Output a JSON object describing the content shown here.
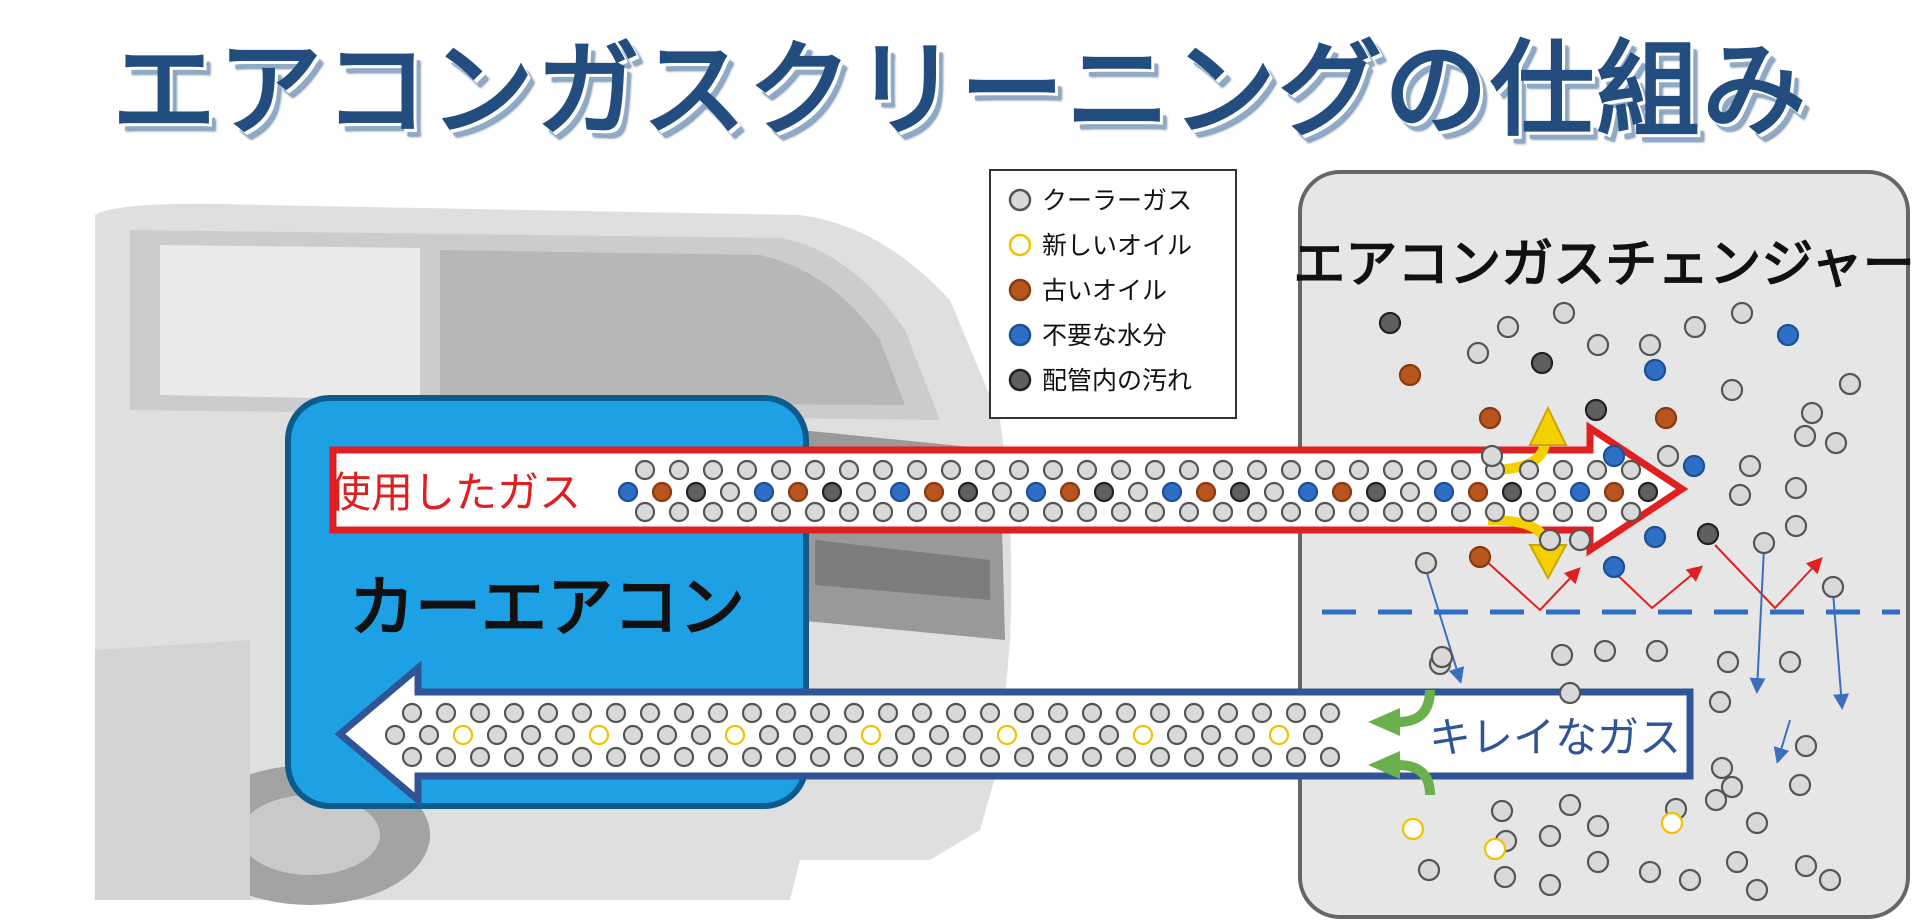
{
  "title": "エアコンガスクリーニングの仕組み",
  "legend": [
    {
      "label": "クーラーガス",
      "fill": "#d9d9d9",
      "stroke": "#555555"
    },
    {
      "label": "新しいオイル",
      "fill": "#ffffff",
      "stroke": "#f2c200"
    },
    {
      "label": "古いオイル",
      "fill": "#b8541d",
      "stroke": "#8a3a10"
    },
    {
      "label": "不要な水分",
      "fill": "#2f6ec5",
      "stroke": "#1d4f96"
    },
    {
      "label": "配管内の汚れ",
      "fill": "#5f5f5f",
      "stroke": "#222222"
    }
  ],
  "changer": {
    "title": "エアコンガスチェンジャー"
  },
  "car_aircon": {
    "label": "カーエアコン"
  },
  "used_gas": {
    "label": "使用したガス"
  },
  "clean_gas": {
    "label": "キレイなガス"
  },
  "colors": {
    "title": "#234d7e",
    "used_arrow": "#e02020",
    "clean_arrow": "#2f5597",
    "car_box": "#1ea0e4",
    "changer_box": "#e6e6e6",
    "separator": "#2f6ec5",
    "yellow_arrow": "#f5d000",
    "green_arrow": "#6ab04c"
  }
}
